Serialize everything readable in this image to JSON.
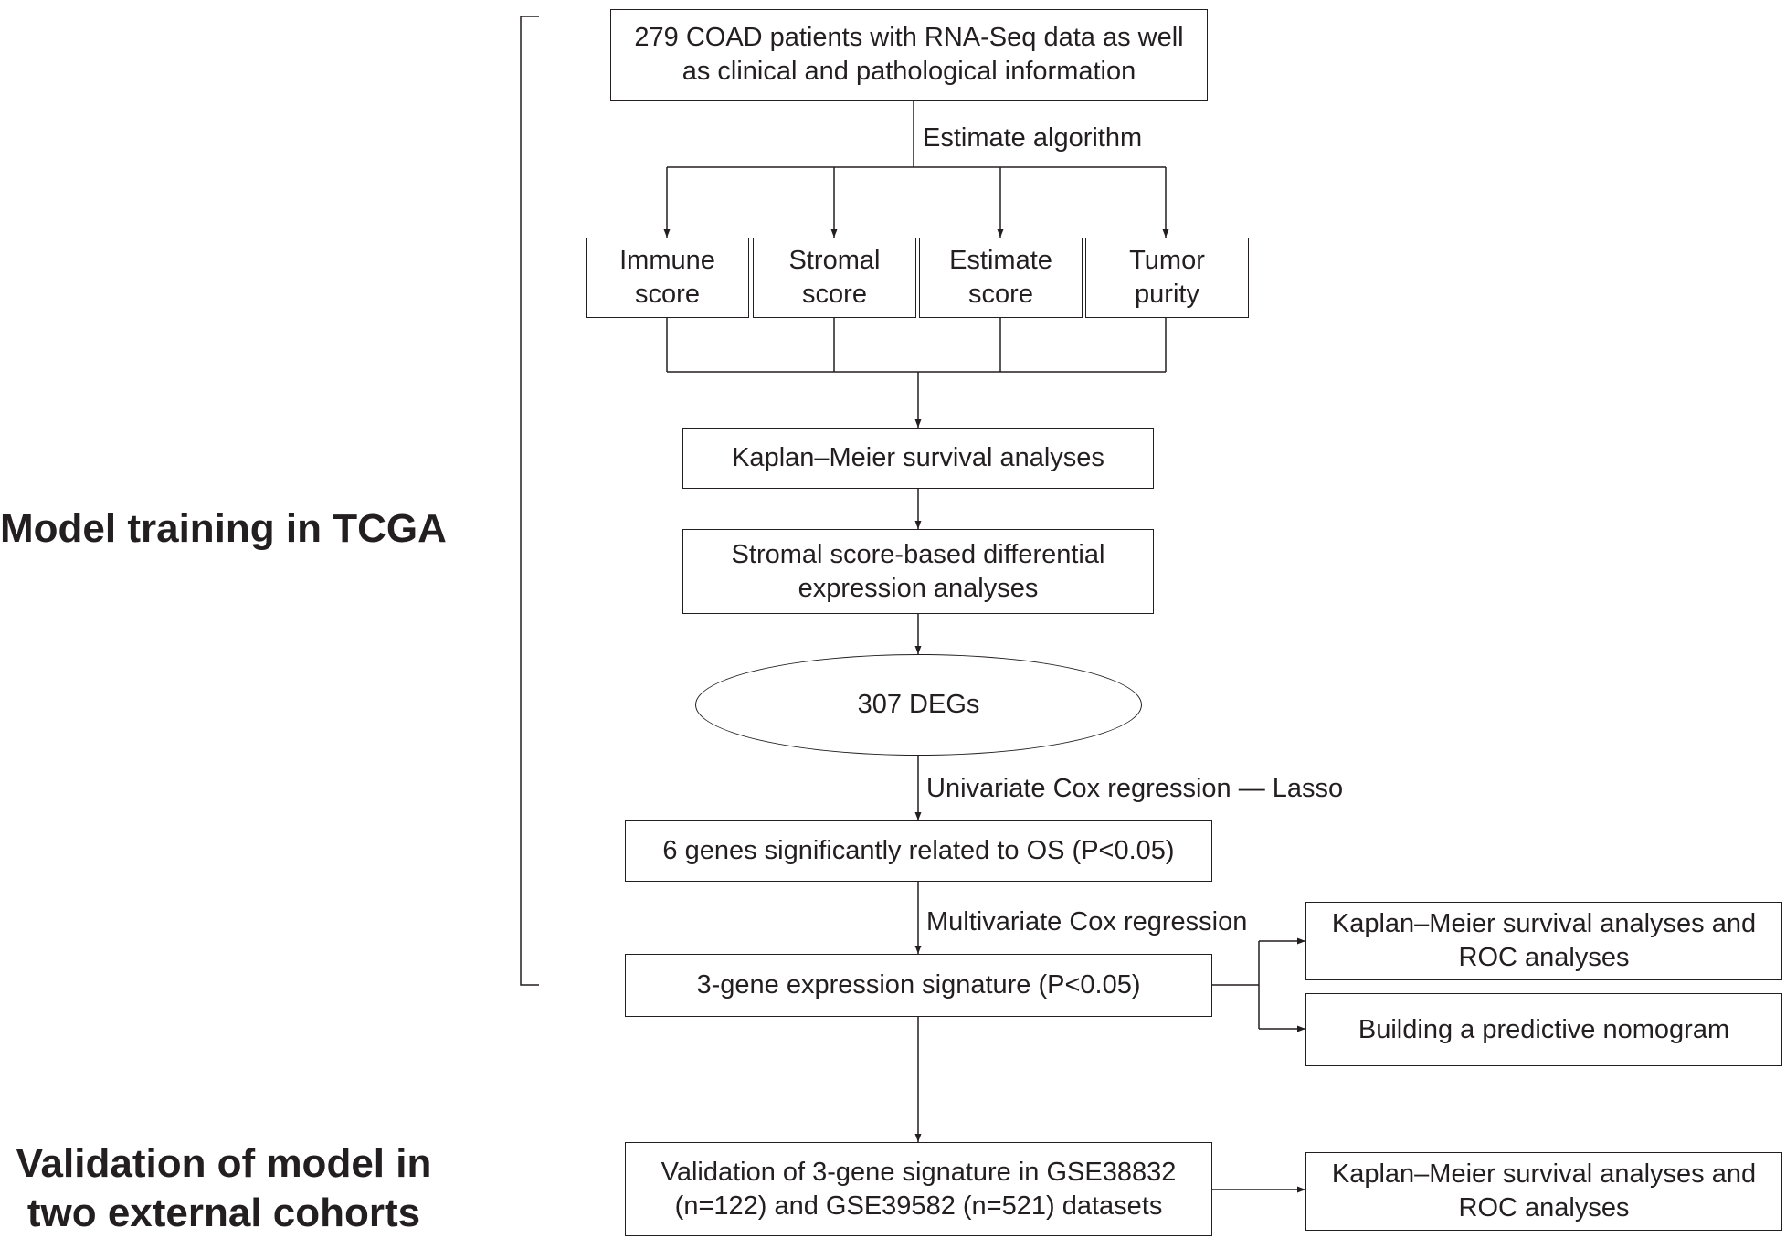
{
  "sections": {
    "training": "Model training in TCGA",
    "validation": "Validation of model in\ntwo external cohorts"
  },
  "boxes": {
    "patients": "279 COAD patients with RNA-Seq data as well\nas clinical and pathological information",
    "immune": "Immune\nscore",
    "stromal": "Stromal\nscore",
    "estimate": "Estimate\nscore",
    "tumor": "Tumor\npurity",
    "km1": "Kaplan–Meier survival analyses",
    "stromal_de": "Stromal score-based differential\nexpression analyses",
    "degs": "307 DEGs",
    "six_genes": "6 genes significantly related to OS (P<0.05)",
    "three_gene": "3-gene expression signature (P<0.05)",
    "km_roc1": "Kaplan–Meier survival analyses and\nROC analyses",
    "nomogram": "Building a predictive nomogram",
    "validation_box": "Validation of 3-gene signature in GSE38832\n(n=122)  and GSE39582 (n=521) datasets",
    "km_roc2": "Kaplan–Meier survival analyses and\nROC analyses"
  },
  "edge_labels": {
    "estimate_algorithm": "Estimate algorithm",
    "univariate": "Univariate Cox regression — Lasso",
    "multivariate": "Multivariate Cox regression"
  }
}
